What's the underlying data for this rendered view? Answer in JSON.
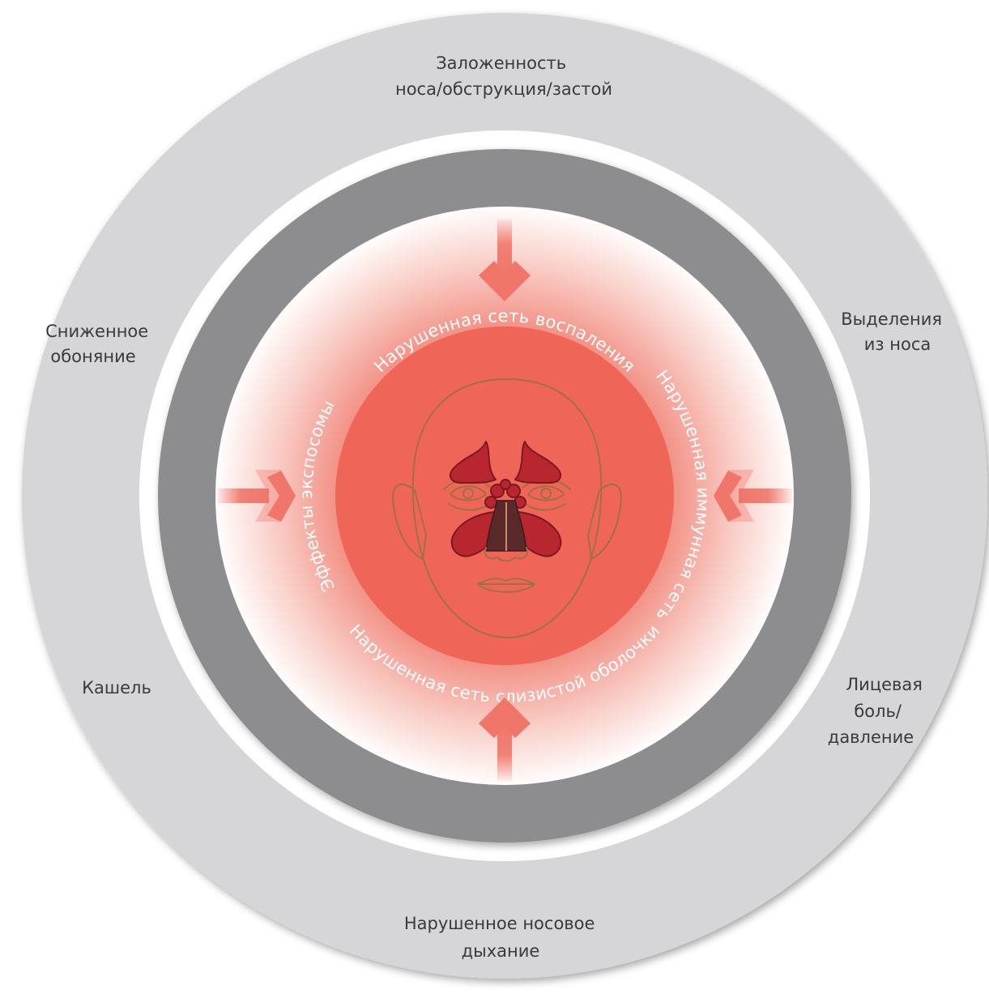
{
  "outer_ring": {
    "top": [
      "Заложенность",
      "носа/обструкция/застой"
    ],
    "upper_left": [
      "Сниженное",
      "обоняние"
    ],
    "upper_right": [
      "Выделения",
      "из носа"
    ],
    "lower_left": [
      "Кашель"
    ],
    "lower_right": [
      "Лицевая",
      "боль/",
      "давление"
    ],
    "bottom": [
      "Нарушенное носовое",
      "дыхание"
    ]
  },
  "inner_ring": {
    "top": "Нарушенная сеть воспаления",
    "right": "Нарушенная иммунная сеть",
    "bottom": "Нарушенная сеть слизистой оболочки",
    "left": "Эффекты экспосомы"
  },
  "colors": {
    "outer_ring": "#d6d6d8",
    "inner_ring": "#8d8d90",
    "core": "#ef6659",
    "arrow": "#f0766a",
    "skin": "#f8eadc",
    "sinus": "#b8262f"
  },
  "icons": {
    "arrows": [
      "arrow-down-icon",
      "arrow-up-icon",
      "arrow-right-icon",
      "arrow-left-icon"
    ],
    "center": "face-sinus-icon"
  }
}
